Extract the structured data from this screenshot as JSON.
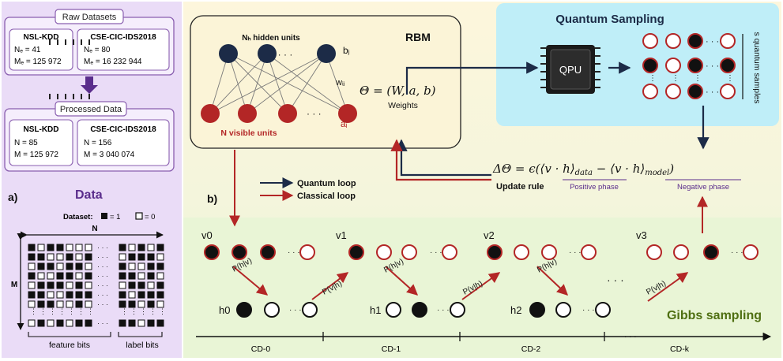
{
  "panel_a": {
    "raw_datasets_title": "Raw Datasets",
    "raw": [
      {
        "name": "NSL-KDD",
        "n_line": "Nₑ = 41",
        "m_line": "Mₑ = 125 972"
      },
      {
        "name": "CSE-CIC-IDS2018",
        "n_line": "Nₑ = 80",
        "m_line": "Mₑ = 16 232 944"
      }
    ],
    "processed_title": "Processed Data",
    "processed": [
      {
        "name": "NSL-KDD",
        "n_line": "N = 85",
        "m_line": "M = 125 972"
      },
      {
        "name": "CSE-CIC-IDS2018",
        "n_line": "N = 156",
        "m_line": "M = 3 040 074"
      }
    ],
    "label": "a)",
    "title": "Data",
    "dataset_legend_prefix": "Dataset:",
    "legend_one": "= 1",
    "legend_zero": "= 0",
    "n_axis": "N",
    "m_axis": "M",
    "feature_bits": "feature bits",
    "label_bits": "label bits"
  },
  "panel_b": {
    "label": "b)",
    "rbm_title": "RBM",
    "hidden_units": "Nₕ hidden units",
    "visible_units": "N visible units",
    "bj": "bⱼ",
    "wij": "wᵢⱼ",
    "ai": "aᵢ",
    "theta": "Θ = (W, a, b)",
    "weights": "Weights",
    "quantum_sampling_title": "Quantum Sampling",
    "qpu": "QPU",
    "s_samples": "s quantum samples",
    "update_eq_lhs": "ΔΘ = ϵ(⟨v · h⟩",
    "update_data_sub": "data",
    "update_minus": " − ⟨v · h⟩",
    "update_model_sub": "model",
    "update_close": ")",
    "update_rule": "Update rule",
    "positive_phase": "Positive phase",
    "negative_phase": "Negative phase",
    "quantum_loop": "Quantum loop",
    "classical_loop": "Classical loop",
    "v_labels": [
      "v0",
      "v1",
      "v2",
      "v3"
    ],
    "h_labels": [
      "h0",
      "h1",
      "h2"
    ],
    "p_h_v": "P(h|v)",
    "p_v_h": "P(v|h)",
    "gibbs": "Gibbs sampling",
    "cd_labels": [
      "CD-0",
      "CD-1",
      "CD-2",
      "CD-k"
    ],
    "dots": "· · ·"
  },
  "colors": {
    "purple_bg": "#eadcf7",
    "purple_border": "#8a5fb0",
    "purple_title": "#5a2d8c",
    "rbm_fill": "#fbf4d7",
    "quantum_bg": "#bfeef8",
    "green_bg": "#e9f5d6",
    "red": "#b32626",
    "navy": "#1c2b47",
    "gibbs_text": "#4f6f12"
  }
}
